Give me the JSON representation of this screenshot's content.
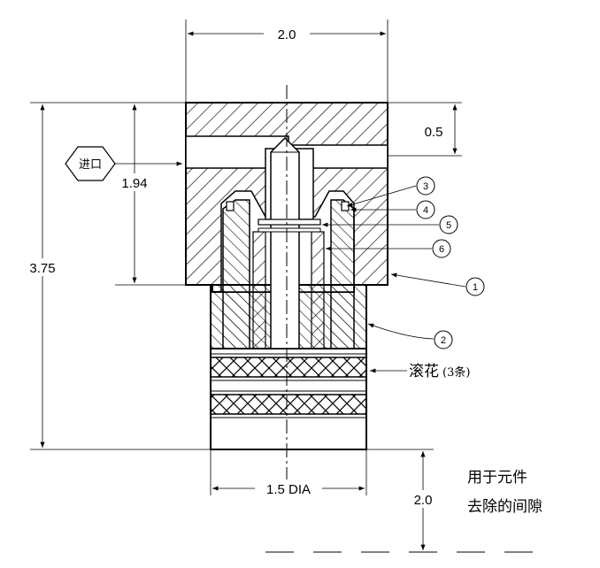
{
  "dimensions": {
    "top_width": "2.0",
    "top_height": "0.5",
    "inlet_height": "1.94",
    "total_height": "3.75",
    "bottom_dia": "1.5 DIA",
    "clearance": "2.0"
  },
  "labels": {
    "inlet": "进口",
    "knurl": "滚花",
    "knurl_count": "(3条)",
    "clearance_line1": "用于元件",
    "clearance_line2": "去除的间隙"
  },
  "callouts": [
    "1",
    "2",
    "3",
    "4",
    "5",
    "6"
  ]
}
